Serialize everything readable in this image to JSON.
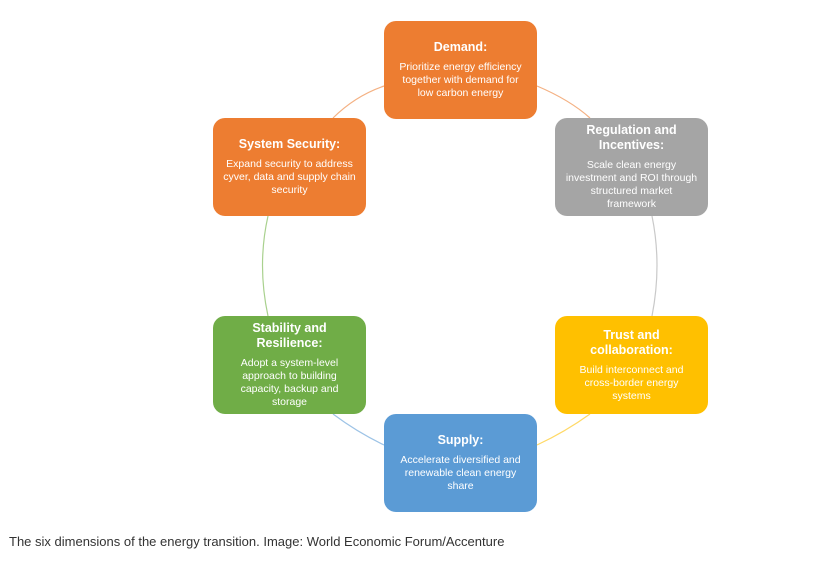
{
  "diagram": {
    "nodes": [
      {
        "title": "Demand:",
        "description": "Prioritize energy efficiency together with demand for low carbon energy",
        "color": "#ed7d31"
      },
      {
        "title": "Regulation and Incentives:",
        "description": "Scale clean energy investment and ROI through structured market framework",
        "color": "#a5a5a5"
      },
      {
        "title": "Trust and collaboration:",
        "description": "Build interconnect and cross-border energy systems",
        "color": "#ffc000"
      },
      {
        "title": "Supply:",
        "description": "Accelerate diversified and renewable clean energy share",
        "color": "#5b9bd5"
      },
      {
        "title": "Stability and Resilience:",
        "description": "Adopt a system-level approach to building capacity, backup and storage",
        "color": "#70ad47"
      },
      {
        "title": "System Security:",
        "description": "Expand security to address cyver, data and supply chain security",
        "color": "#ed7d31"
      }
    ]
  },
  "caption": "The six dimensions of the energy transition. Image: World Economic Forum/Accenture"
}
